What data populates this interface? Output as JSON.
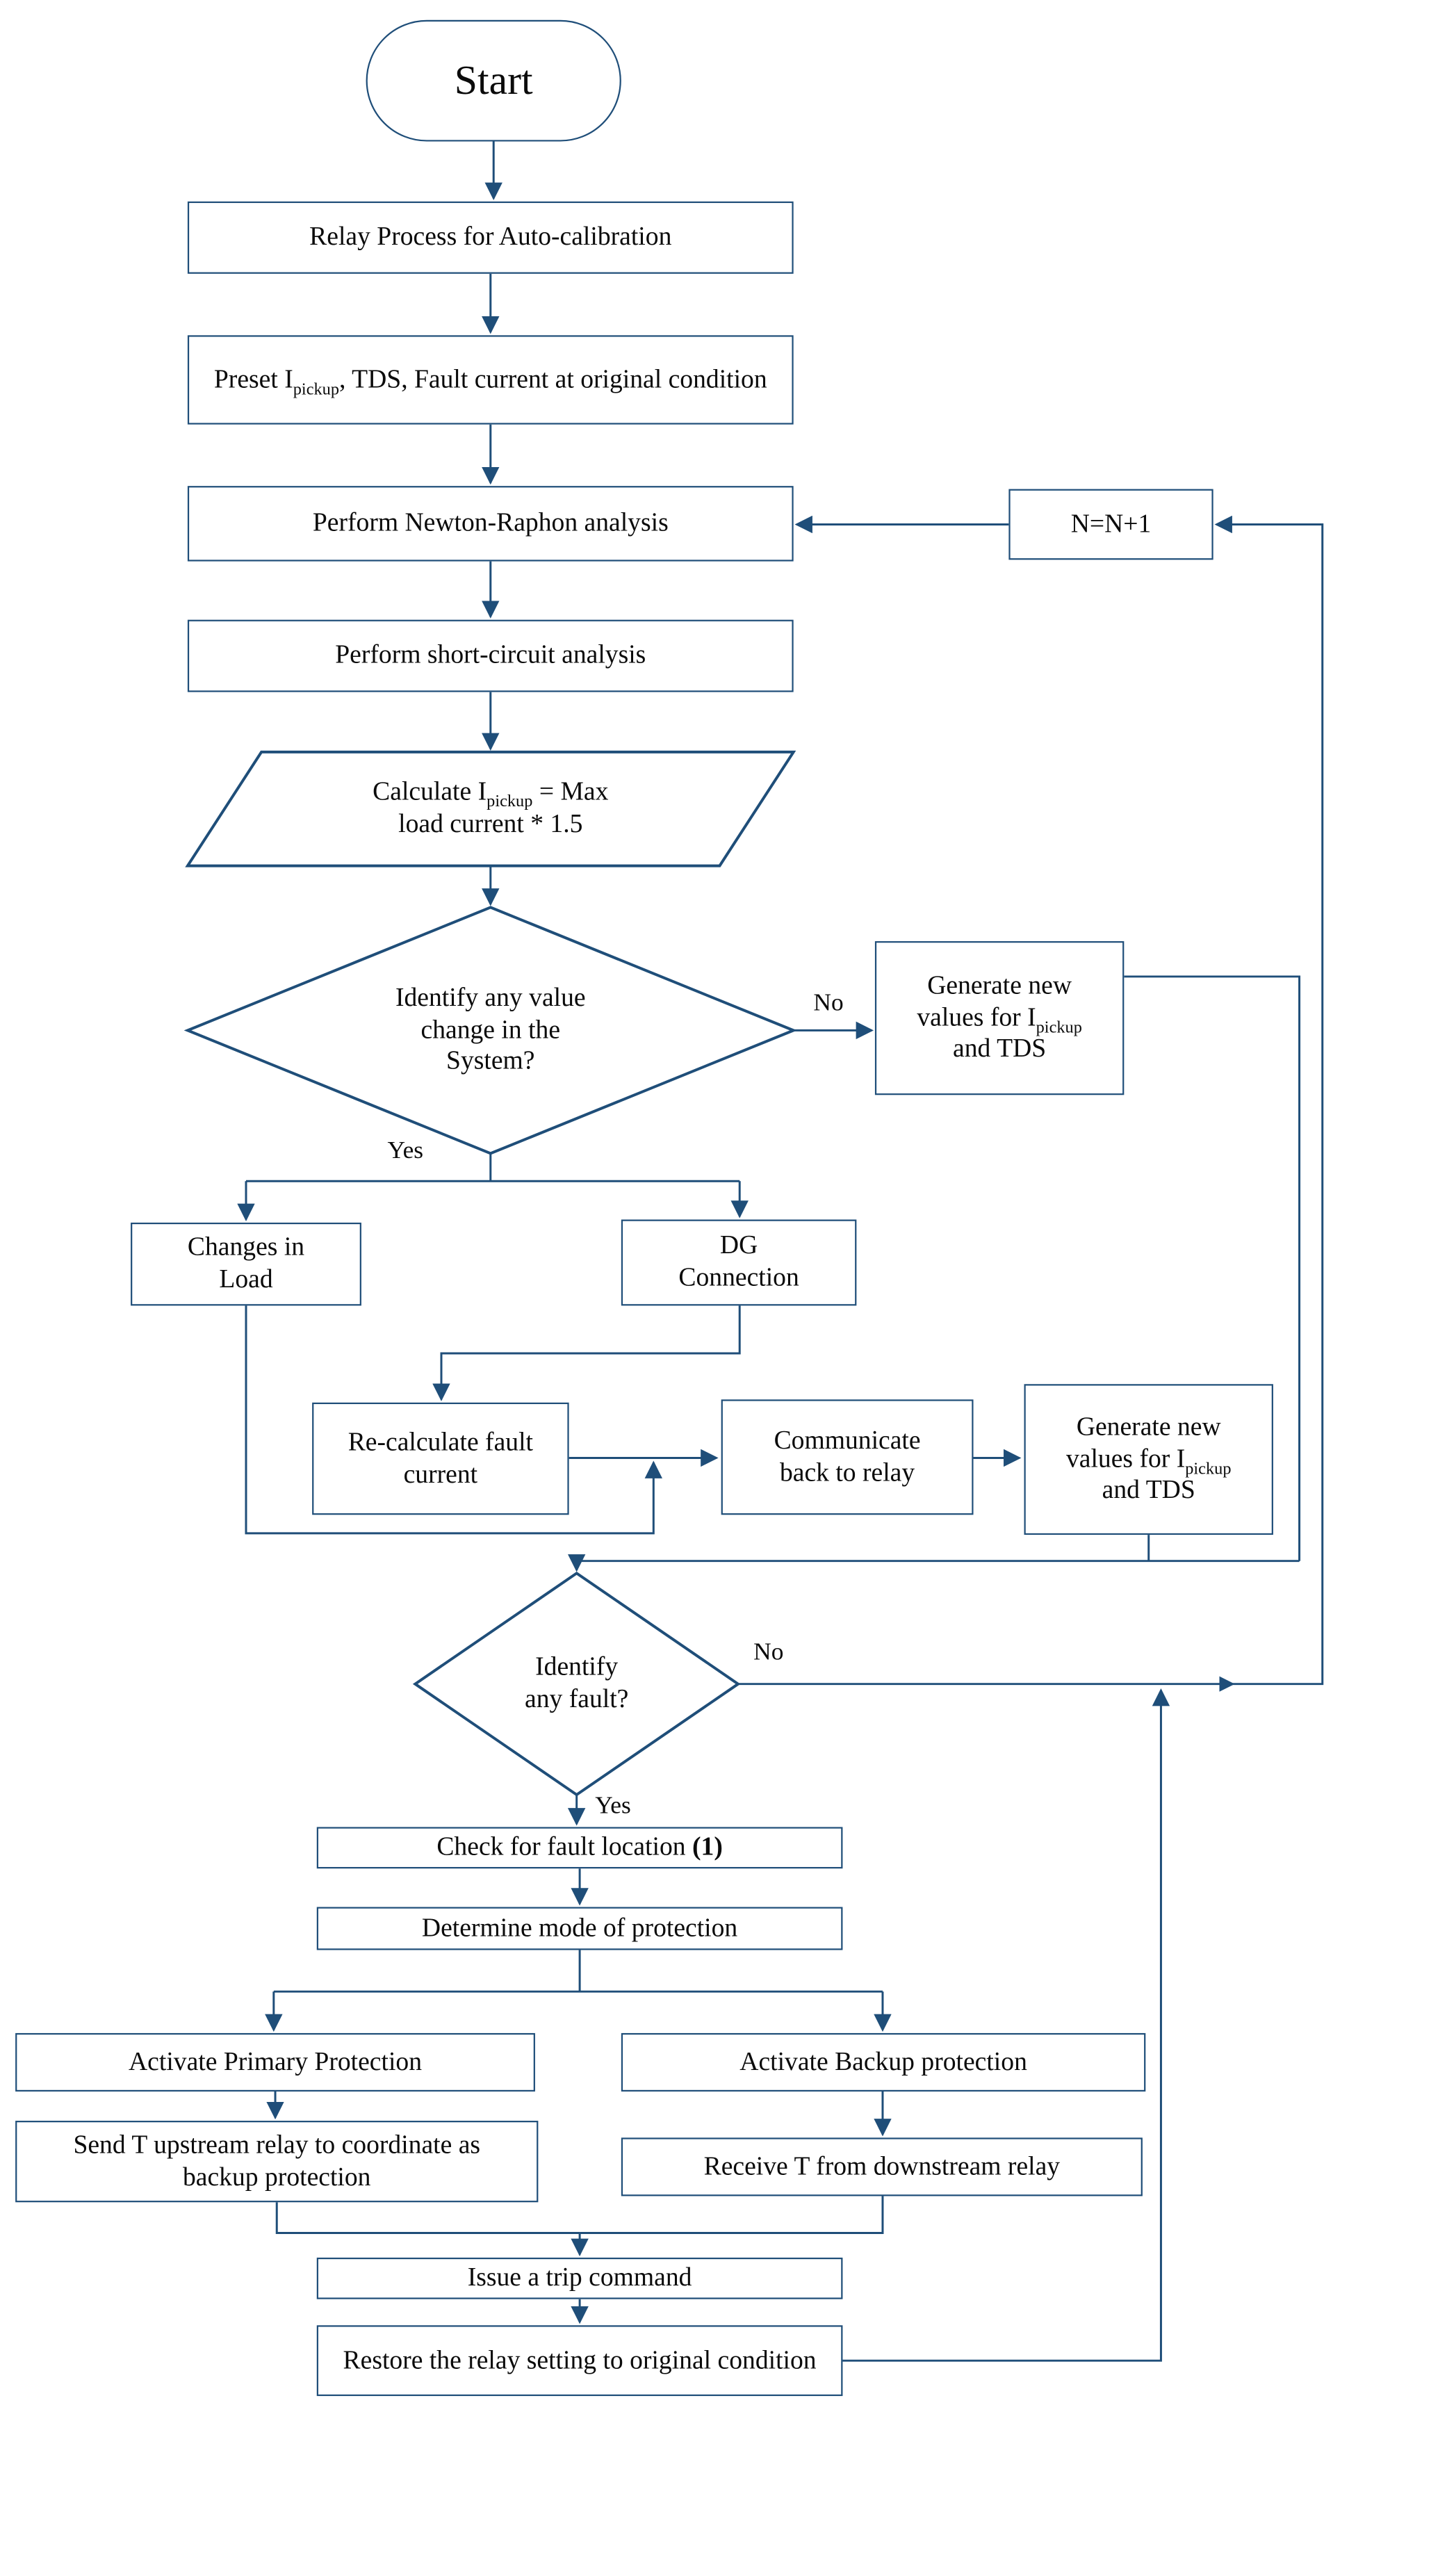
{
  "diagram": {
    "accent": "#1f4e79",
    "background": "#ffffff",
    "nodes": {
      "start": "Start",
      "relay_process": "Relay Process for Auto-calibration",
      "preset": {
        "pre": "Preset I",
        "sub": "pickup",
        "post": ", TDS, Fault current at original condition"
      },
      "newton_raphson": "Perform Newton-Raphon analysis",
      "n_increment": "N=N+1",
      "short_circuit": "Perform short-circuit analysis",
      "calc_pickup": {
        "pre": "Calculate I",
        "sub": "pickup",
        "post": " = Max load current * 1.5"
      },
      "decision_value_change": "Identify any value change in the System?",
      "generate_new_1": {
        "pre": "Generate new values for I",
        "sub": "pickup",
        "post": " and TDS"
      },
      "changes_in_load": "Changes in Load",
      "dg_connection": "DG Connection",
      "recalc_fault": "Re-calculate fault current",
      "communicate": "Communicate back to relay",
      "generate_new_2": {
        "pre": "Generate new values for I",
        "sub": "pickup",
        "post": " and TDS"
      },
      "decision_fault": "Identify any fault?",
      "check_fault_location": {
        "pre": "Check for fault location ",
        "bold": "(1)"
      },
      "determine_mode": "Determine mode of protection",
      "activate_primary": "Activate Primary Protection",
      "send_t_upstream": "Send T upstream relay to coordinate as backup protection",
      "activate_backup": "Activate Backup protection",
      "receive_t_downstream": "Receive T from downstream relay",
      "issue_trip": "Issue a trip command",
      "restore_setting": "Restore the relay setting to original condition"
    },
    "branch_labels": {
      "value_change_no": "No",
      "value_change_yes": "Yes",
      "fault_no": "No",
      "fault_yes": "Yes"
    }
  }
}
